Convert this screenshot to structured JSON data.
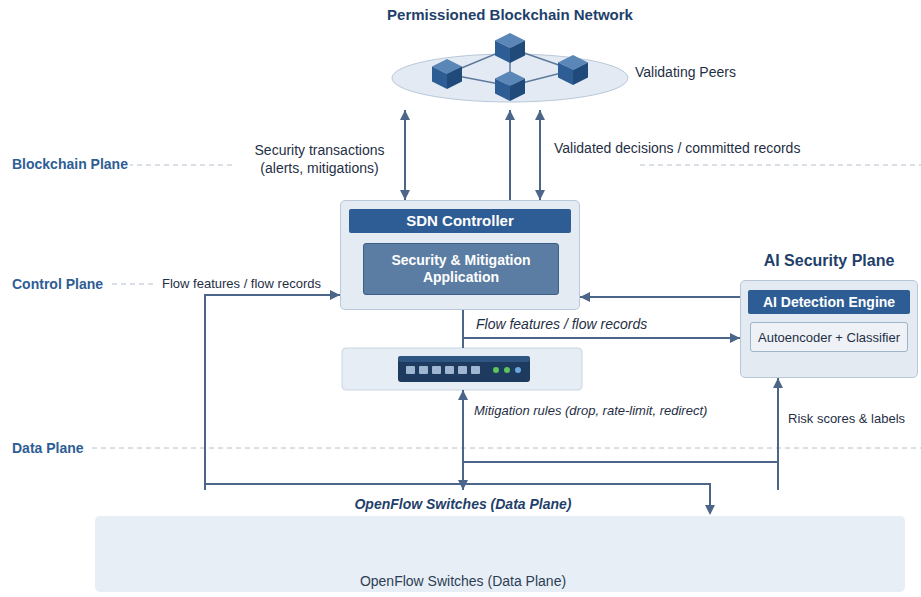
{
  "diagram": {
    "nodes": [
      {
        "text": [
          "Permissioned Blockchain Network",
          "Validating Peers"
        ]
      },
      {
        "text": [
          "SDN Controller"
        ]
      },
      {
        "text": [
          "Security & Mitigation Application"
        ],
        "in": 1
      },
      {
        "text": [
          "AI Security Plane",
          "AI Detection Engine"
        ]
      },
      {
        "text": [
          "Autoencoder + Classifier"
        ],
        "in": 3
      },
      {
        "text": [
          "OpenFlow Switches (Data Plane)",
          "OpenFlow Switches (Data Plane)"
        ]
      }
    ],
    "edges": [
      {
        "from": 1,
        "to": 0,
        "arrow": "both",
        "label": "Security transactions (alerts, mitigations)"
      },
      {
        "from": 1,
        "to": 0,
        "arrow": "to"
      },
      {
        "from": 0,
        "to": 1,
        "arrow": "both",
        "label": "Validated decisions / committed records"
      },
      {
        "from": 3,
        "to": 1,
        "arrow": "to"
      },
      {
        "from": 1,
        "to": 3,
        "arrow": "to",
        "label": "Flow features / flow records"
      },
      {
        "from": 5,
        "to": 1,
        "arrow": "to",
        "label": "Flow features / flow records"
      },
      {
        "from": 1,
        "to": 5,
        "arrow": "both",
        "label": "Mitigation rules (drop, rate-limit, redirect)"
      },
      {
        "from": 5,
        "to": 3,
        "arrow": "to",
        "label": "Risk scores & labels"
      }
    ],
    "labels": [
      "Blockchain Plane",
      "Control Plane",
      "Data Plane"
    ]
  }
}
